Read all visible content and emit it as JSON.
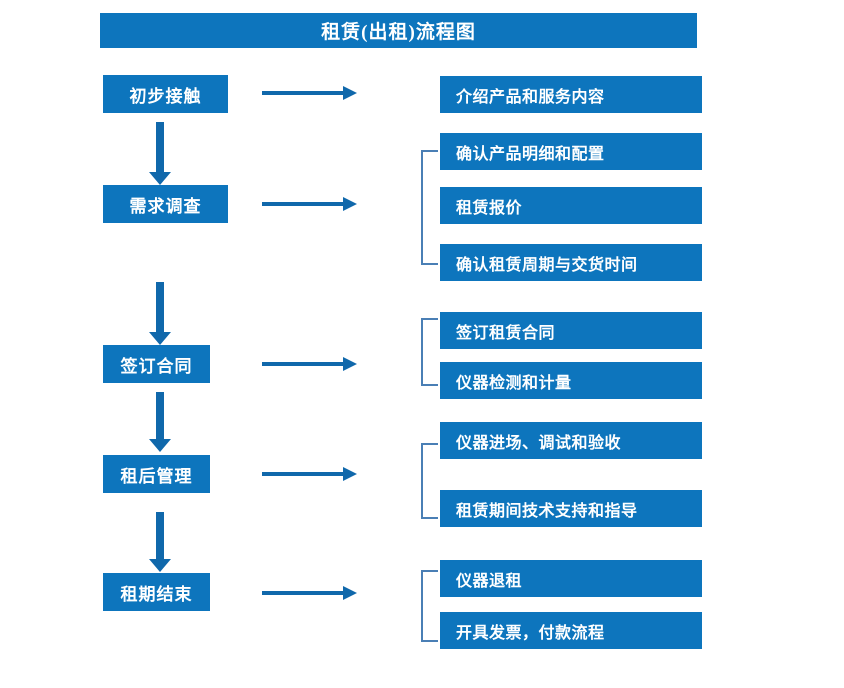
{
  "chart_data": {
    "type": "diagram",
    "title": "租赁(出租)流程图",
    "diagram_kind": "flowchart",
    "orientation": "vertical-stages-with-task-branches",
    "accent_color": "#0d75bd",
    "arrow_color": "#1068ab",
    "bracket_color": "#4a7fb5",
    "text_color": "#ffffff",
    "background_color": "#ffffff",
    "stages": [
      {
        "label": "初步接触",
        "tasks": [
          "介绍产品和服务内容"
        ],
        "bracketed": false
      },
      {
        "label": "需求调查",
        "tasks": [
          "确认产品明细和配置",
          "租赁报价",
          "确认租赁周期与交货时间"
        ],
        "bracketed": true
      },
      {
        "label": "签订合同",
        "tasks": [
          "签订租赁合同",
          "仪器检测和计量"
        ],
        "bracketed": true
      },
      {
        "label": "租后管理",
        "tasks": [
          "仪器进场、调试和验收",
          "租赁期间技术支持和指导"
        ],
        "bracketed": true
      },
      {
        "label": "租期结束",
        "tasks": [
          "仪器退租",
          "开具发票，付款流程"
        ],
        "bracketed": true
      }
    ]
  },
  "header": {
    "title": "租赁(出租)流程图"
  },
  "stages": [
    {
      "label": "初步接触"
    },
    {
      "label": "需求调查"
    },
    {
      "label": "签订合同"
    },
    {
      "label": "租后管理"
    },
    {
      "label": "租期结束"
    }
  ],
  "tasks": [
    {
      "label": "介绍产品和服务内容"
    },
    {
      "label": "确认产品明细和配置"
    },
    {
      "label": "租赁报价"
    },
    {
      "label": "确认租赁周期与交货时间"
    },
    {
      "label": "签订租赁合同"
    },
    {
      "label": "仪器检测和计量"
    },
    {
      "label": "仪器进场、调试和验收"
    },
    {
      "label": "租赁期间技术支持和指导"
    },
    {
      "label": "仪器退租"
    },
    {
      "label": "开具发票，付款流程"
    }
  ]
}
